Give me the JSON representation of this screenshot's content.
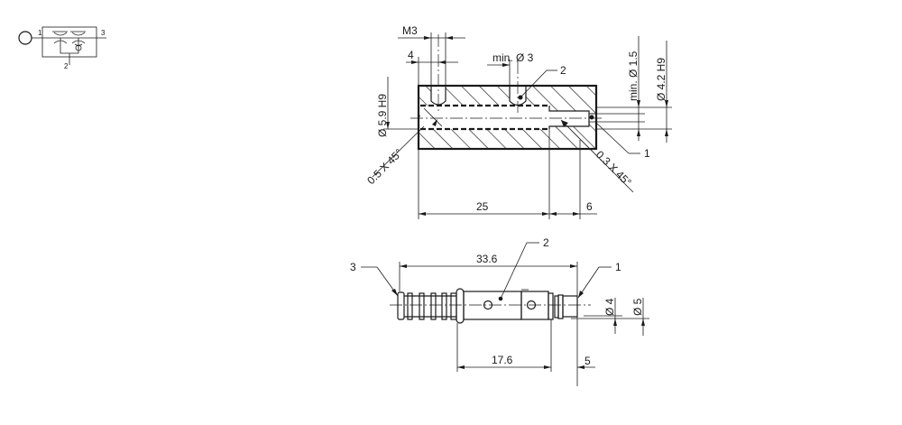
{
  "symbol": {
    "ports": [
      "1",
      "2",
      "3"
    ]
  },
  "section_view": {
    "thread_label": "M3",
    "dim_thread_offset": "4",
    "dim_min_hole": "min. Ø 3",
    "dim_bore": "Ø 5.9  H9",
    "dim_chamfer_left": "0.5 X 45°",
    "dim_chamfer_right": "0.3 X 45°",
    "dim_min_small": "min. Ø 1.5",
    "dim_bore_small": "Ø 4.2  H9",
    "dim_length_main": "25",
    "dim_length_end": "6",
    "callouts": [
      "1",
      "2"
    ]
  },
  "side_view": {
    "dim_overall": "33.6",
    "dim_body": "17.6",
    "dim_end": "5",
    "dim_d4": "Ø 4",
    "dim_d5": "Ø 5",
    "callouts": [
      "1",
      "2",
      "3"
    ]
  }
}
